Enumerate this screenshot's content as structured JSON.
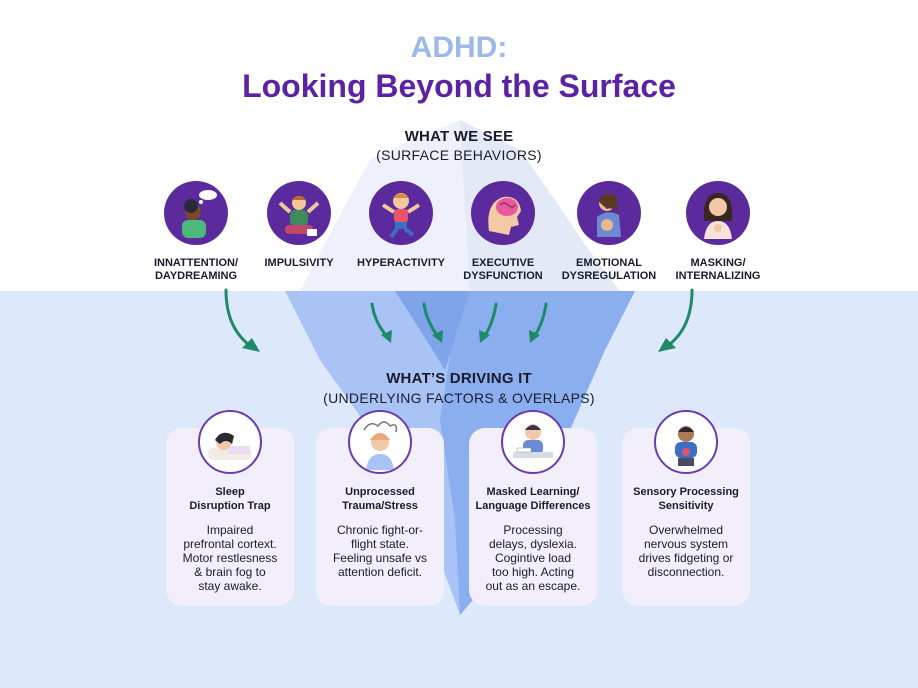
{
  "title": {
    "line1": "ADHD:",
    "line2": "Looking Beyond the Surface"
  },
  "surface": {
    "heading": "WHAT WE SEE",
    "subheading": "(SURFACE BEHAVIORS)",
    "behaviors": [
      {
        "line1": "INNATTENTION/",
        "line2": "DAYDREAMING",
        "icon": "daydreaming-person-icon"
      },
      {
        "line1": "IMPULSIVITY",
        "line2": "",
        "icon": "impulsive-child-icon"
      },
      {
        "line1": "HYPERACTIVITY",
        "line2": "",
        "icon": "jumping-child-icon"
      },
      {
        "line1": "EXECUTIVE",
        "line2": "DYSFUNCTION",
        "icon": "brain-head-icon"
      },
      {
        "line1": "EMOTIONAL",
        "line2": "DYSREGULATION",
        "icon": "upset-person-icon"
      },
      {
        "line1": "MASKING/",
        "line2": "INTERNALIZING",
        "icon": "masking-woman-icon"
      }
    ]
  },
  "underlying": {
    "heading": "WHAT’S DRIVING IT",
    "subheading": "(UNDERLYING FACTORS & OVERLAPS)",
    "factors": [
      {
        "title1": "Sleep",
        "title2": "Disruption Trap",
        "desc": [
          "Impaired",
          "prefrontal cortext.",
          "Motor restlesness",
          "& brain fog to",
          "stay awake."
        ],
        "icon": "sleeping-person-icon"
      },
      {
        "title1": "Unprocessed",
        "title2": "Trauma/Stress",
        "desc": [
          "Chronic fight-or-",
          "flight state.",
          "Feeling unsafe vs",
          "attention deficit."
        ],
        "icon": "stressed-person-icon"
      },
      {
        "title1": "Masked Learning/",
        "title2": "Language Differences",
        "desc": [
          "Processing",
          "delays, dyslexia.",
          "Cogintive load",
          "too high. Acting",
          "out as an escape."
        ],
        "icon": "studying-child-icon"
      },
      {
        "title1": "Sensory Processing",
        "title2": "Sensitivity",
        "desc": [
          "Overwhelmed",
          "nervous system",
          "drives fidgeting or",
          "disconnection."
        ],
        "icon": "fidgeting-child-icon"
      }
    ]
  },
  "colors": {
    "title_light": "#9cb9ea",
    "title_dark": "#5b23a4",
    "icon_circle": "#5b2b9e",
    "arrow": "#1f8a6a",
    "water": "#dde8fb",
    "card": "#f2effb"
  }
}
